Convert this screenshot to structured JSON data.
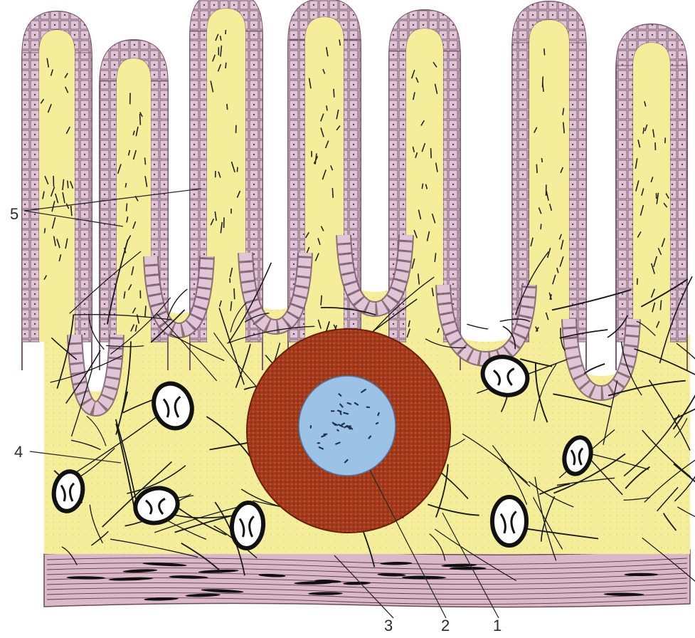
{
  "diagram": {
    "labels": [
      {
        "id": "1",
        "text": "1"
      },
      {
        "id": "2",
        "text": "2"
      },
      {
        "id": "3",
        "text": "3"
      },
      {
        "id": "4",
        "text": "4"
      },
      {
        "id": "5",
        "text": "5"
      }
    ]
  },
  "colors": {
    "connective_tissue": "#f4ee9a",
    "epithelium": "#e0c5d6",
    "epithelium_outline": "#7a5a6e",
    "muscle_layer": "#dbb8c8",
    "follicle_ring": "#a33a1c",
    "germinal_center": "#9cc3e6",
    "fibers": "#1a1a1a"
  }
}
